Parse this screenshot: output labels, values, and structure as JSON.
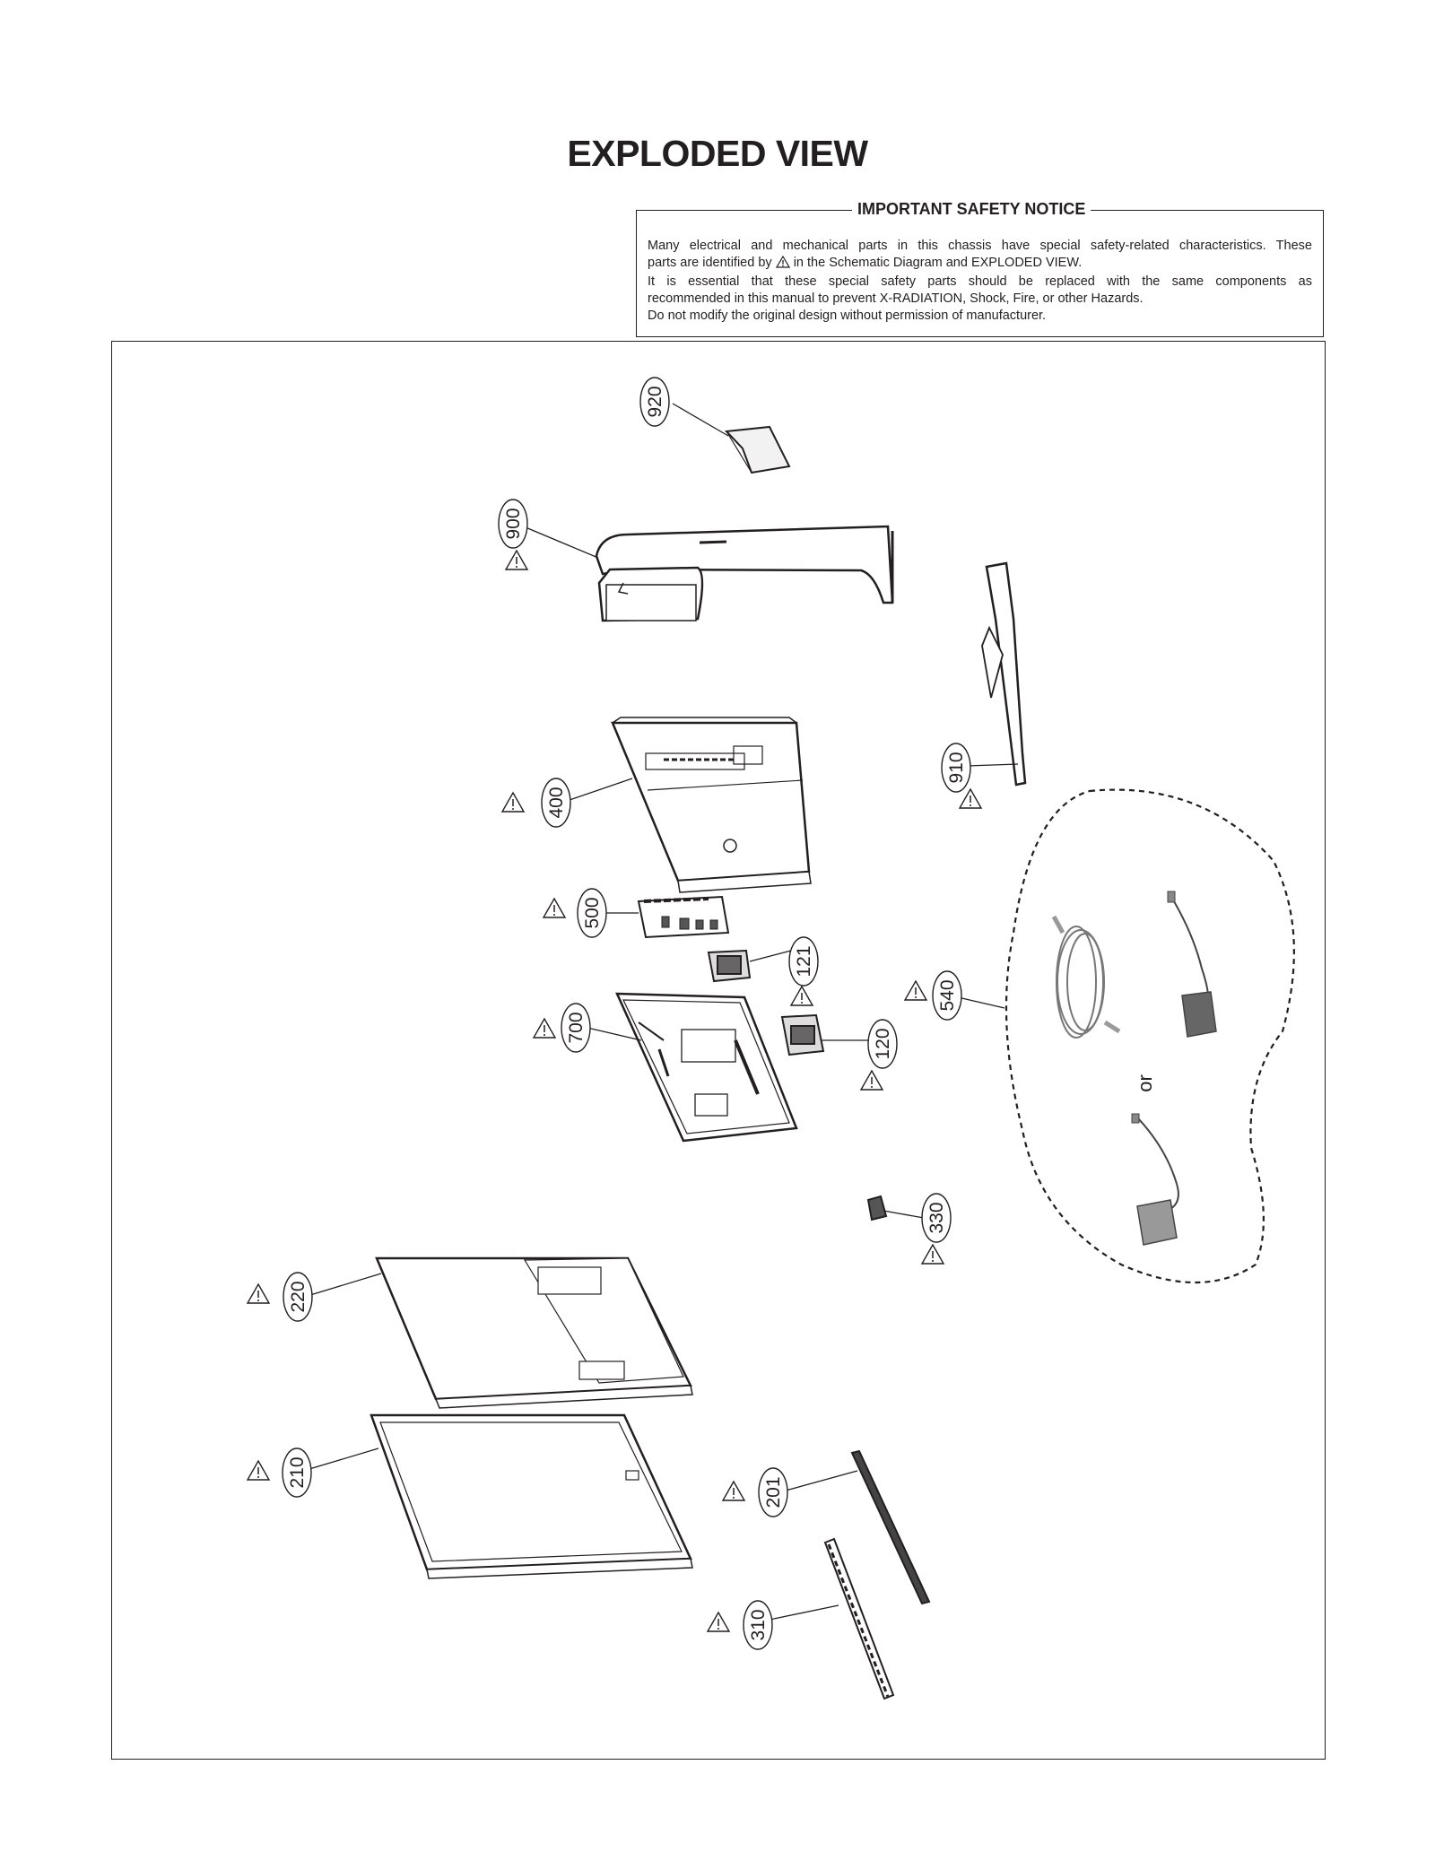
{
  "title": "EXPLODED VIEW",
  "notice": {
    "heading": "IMPORTANT SAFETY NOTICE",
    "line1": "Many electrical and mechanical parts in this chassis have special safety-related characteristics. These",
    "line2_pre": "parts are identified by",
    "line2_post": "in the Schematic Diagram and EXPLODED VIEW.",
    "line3": "It is essential that these special safety parts should be replaced with the same components as",
    "line4": "recommended in this manual to prevent X-RADIATION, Shock, Fire, or other Hazards.",
    "line5": "Do not modify the original design without permission of manufacturer."
  },
  "callouts": {
    "p920": "920",
    "p900": "900",
    "p910": "910",
    "p400": "400",
    "p500": "500",
    "p121": "121",
    "p540": "540",
    "p700": "700",
    "p120": "120",
    "p330": "330",
    "p220": "220",
    "p210": "210",
    "p201": "201",
    "p310": "310"
  },
  "or_label": "or"
}
